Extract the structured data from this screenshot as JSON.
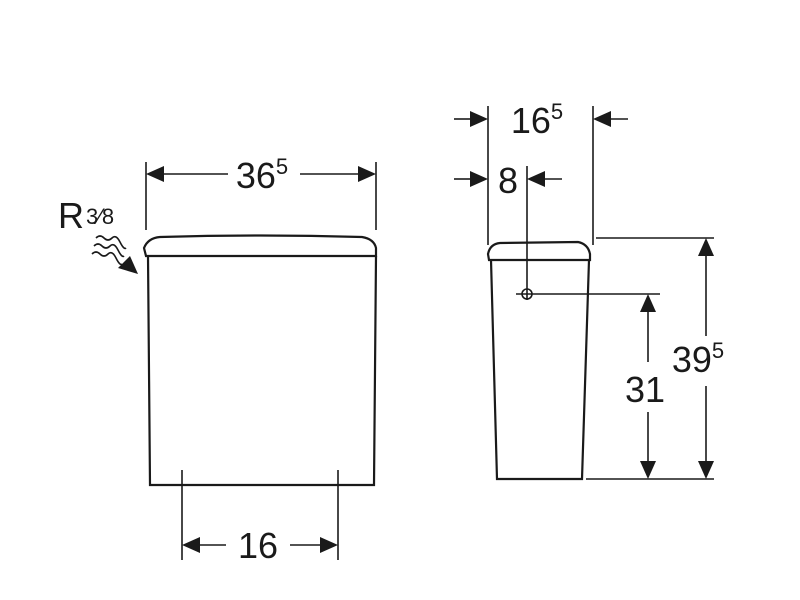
{
  "front_view": {
    "width_dim": {
      "main": "36",
      "sup": "5"
    },
    "base_dim": {
      "main": "16",
      "sup": ""
    },
    "connection_label": {
      "main": "R",
      "fraction": "3⁄8"
    }
  },
  "side_view": {
    "depth_dim": {
      "main": "16",
      "sup": "5"
    },
    "inlet_offset_dim": {
      "main": "8",
      "sup": ""
    },
    "inlet_height_dim": {
      "main": "31",
      "sup": ""
    },
    "total_height_dim": {
      "main": "39",
      "sup": "5"
    }
  },
  "colors": {
    "ink": "#1a1a1a",
    "paper": "#ffffff"
  }
}
